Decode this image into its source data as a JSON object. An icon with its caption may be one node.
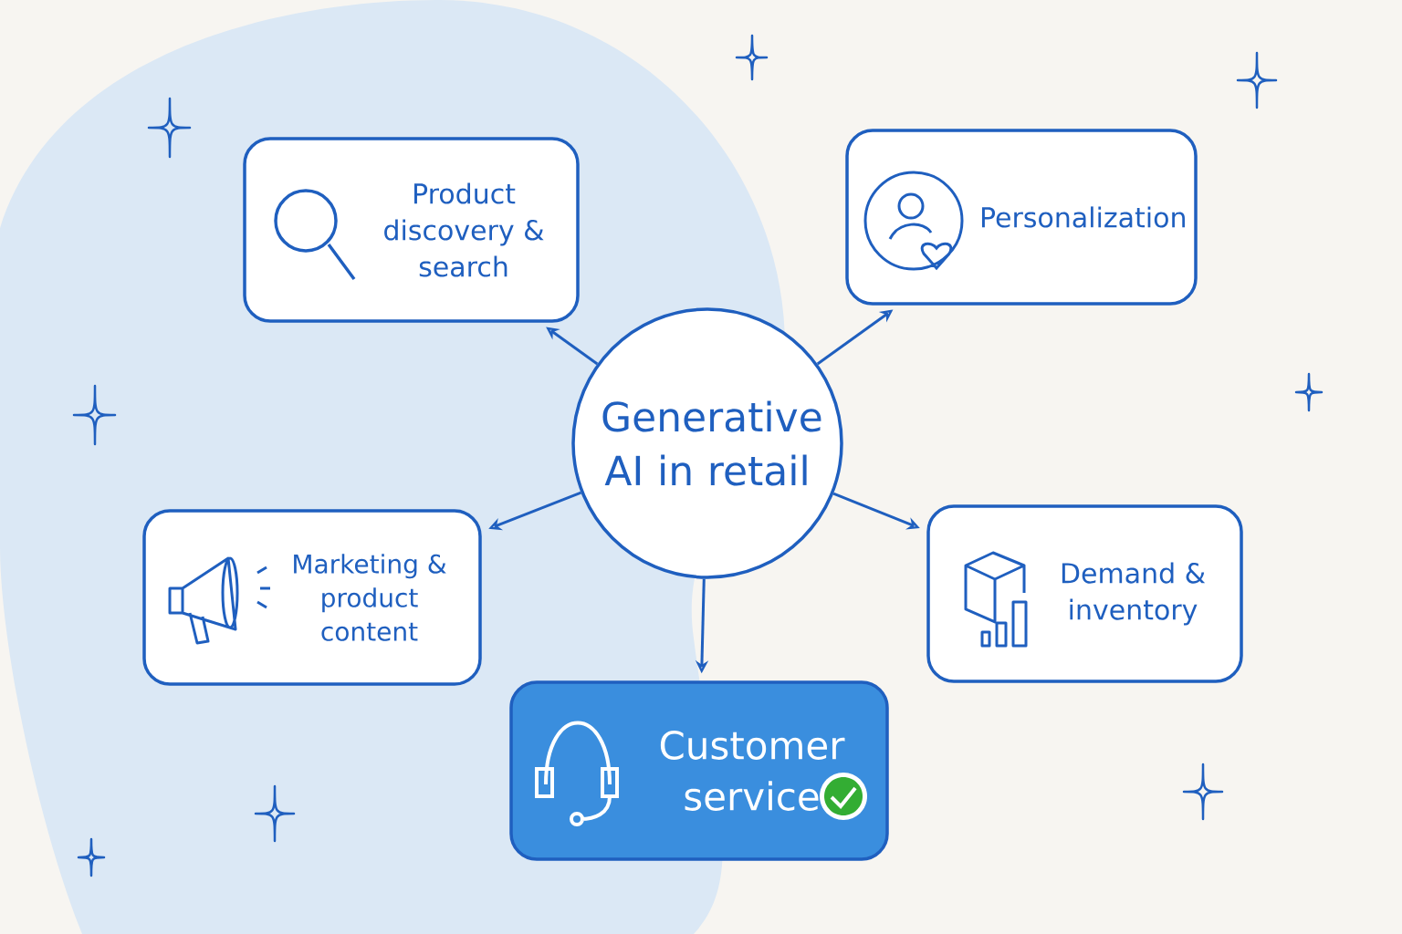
{
  "diagram": {
    "nodes": [
      {
        "text": [
          "Generative AI in retail"
        ]
      },
      {
        "text": [
          "Product discovery & search"
        ]
      },
      {
        "text": [
          "Personalization"
        ]
      },
      {
        "text": [
          "Marketing & product content"
        ]
      },
      {
        "text": [
          "Demand & inventory"
        ]
      },
      {
        "text": [
          "Customer service"
        ]
      }
    ],
    "edges": [
      {
        "from": 0,
        "to": 1,
        "arrow": "to"
      },
      {
        "from": 0,
        "to": 2,
        "arrow": "to"
      },
      {
        "from": 0,
        "to": 3,
        "arrow": "to"
      },
      {
        "from": 0,
        "to": 4,
        "arrow": "to"
      },
      {
        "from": 0,
        "to": 5,
        "arrow": "to"
      }
    ]
  }
}
